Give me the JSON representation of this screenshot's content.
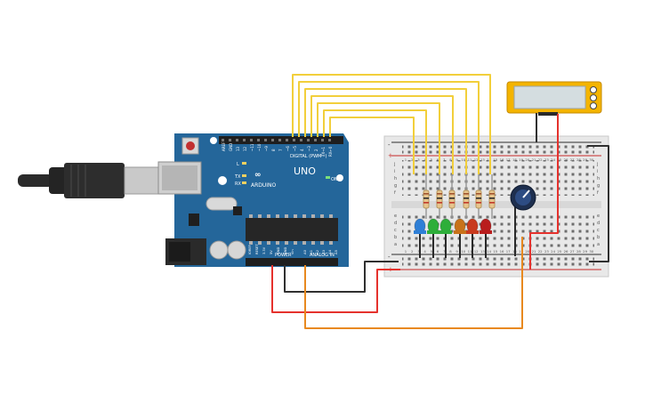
{
  "arduino": {
    "brand": "ARDUINO",
    "model": "UNO",
    "digital_label": "DIGITAL (PWM~)",
    "power_label": "POWER",
    "analog_label": "ANALOG IN",
    "on_label": "ON",
    "tx_label": "TX",
    "rx_label": "RX",
    "l_label": "L",
    "digital_pins": [
      "AREF",
      "GND",
      "13",
      "12",
      "~11",
      "~10",
      "~9",
      "8",
      "7",
      "~6",
      "~5",
      "4",
      "~3",
      "2",
      "TX→1",
      "RX←0"
    ],
    "power_pins": [
      "IOREF",
      "RESET",
      "3.3V",
      "5V",
      "GND",
      "GND",
      "Vin"
    ],
    "analog_pins": [
      "A0",
      "A1",
      "A2",
      "A3",
      "A4",
      "A5"
    ]
  },
  "breadboard": {
    "rows_top": [
      "j",
      "i",
      "h",
      "g",
      "f"
    ],
    "rows_bottom": [
      "e",
      "d",
      "c",
      "b",
      "a"
    ],
    "columns": [
      "1",
      "2",
      "3",
      "4",
      "5",
      "6",
      "7",
      "8",
      "9",
      "10",
      "11",
      "12",
      "13",
      "14",
      "15",
      "16",
      "17",
      "18",
      "19",
      "20",
      "21",
      "22",
      "23",
      "24",
      "25",
      "26",
      "27",
      "28",
      "29",
      "30"
    ],
    "rail_plus": "+",
    "rail_minus": "-"
  },
  "leds": [
    "#2f7fd6",
    "#2eae3a",
    "#2eae3a",
    "#8b6a1e",
    "#c8721a",
    "#c83a1e",
    "#b91d1d"
  ],
  "wire_colors": {
    "digital": "#f2cf3b",
    "power": "#e5322d",
    "ground": "#303030",
    "signal": "#e8891f"
  },
  "lcd_colors": {
    "frame": "#f4b400",
    "screen": "#d4dde0"
  }
}
